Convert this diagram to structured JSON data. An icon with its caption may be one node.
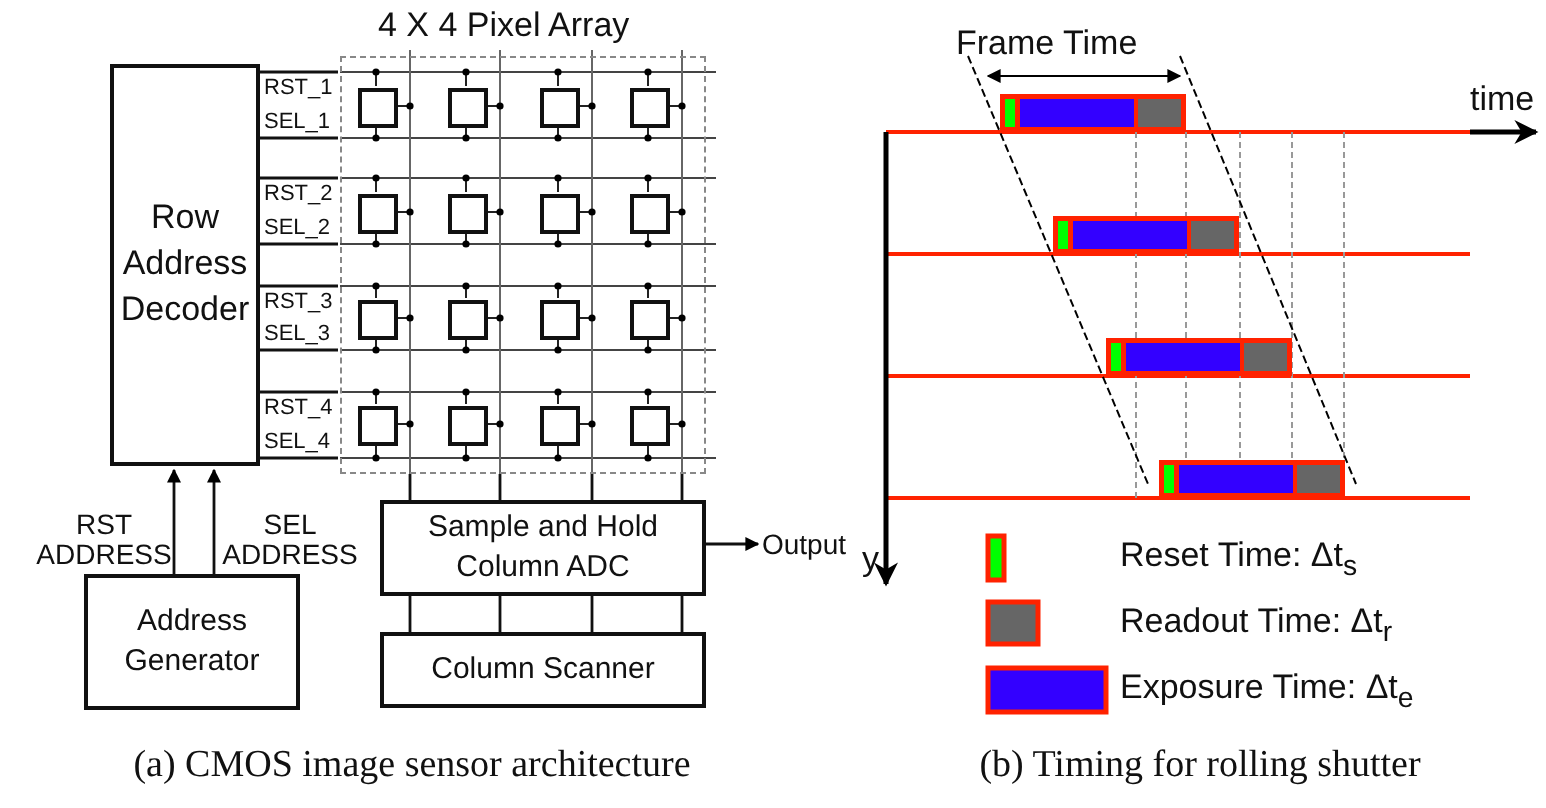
{
  "diagram": {
    "nodes": [
      {
        "text": [
          "Row Address Decoder"
        ]
      },
      {
        "text": [
          "4 X 4 Pixel Array"
        ]
      },
      {
        "text": [],
        "shape": "box",
        "in": 1
      },
      {
        "text": [],
        "shape": "box",
        "in": 1
      },
      {
        "text": [],
        "shape": "box",
        "in": 1
      },
      {
        "text": [],
        "shape": "box",
        "in": 1
      },
      {
        "text": [],
        "shape": "box",
        "in": 1
      },
      {
        "text": [],
        "shape": "box",
        "in": 1
      },
      {
        "text": [],
        "shape": "box",
        "in": 1
      },
      {
        "text": [],
        "shape": "box",
        "in": 1
      },
      {
        "text": [],
        "shape": "box",
        "in": 1
      },
      {
        "text": [],
        "shape": "box",
        "in": 1
      },
      {
        "text": [],
        "shape": "box",
        "in": 1
      },
      {
        "text": [],
        "shape": "box",
        "in": 1
      },
      {
        "text": [],
        "shape": "box",
        "in": 1
      },
      {
        "text": [],
        "shape": "box",
        "in": 1
      },
      {
        "text": [],
        "shape": "box",
        "in": 1
      },
      {
        "text": [],
        "shape": "box",
        "in": 1
      },
      {
        "text": [
          "Address Generator"
        ]
      },
      {
        "text": [
          "Sample and Hold Column ADC"
        ]
      },
      {
        "text": [
          "Column Scanner"
        ]
      },
      {
        "text": [
          "Output"
        ]
      }
    ],
    "edges": [
      {
        "from": 0,
        "to": 1,
        "arrow": "none",
        "label": "RST_1"
      },
      {
        "from": 0,
        "to": 1,
        "arrow": "none",
        "label": "SEL_1"
      },
      {
        "from": 0,
        "to": 1,
        "arrow": "none",
        "label": "RST_2"
      },
      {
        "from": 0,
        "to": 1,
        "arrow": "none",
        "label": "SEL_2"
      },
      {
        "from": 0,
        "to": 1,
        "arrow": "none",
        "label": "RST_3"
      },
      {
        "from": 0,
        "to": 1,
        "arrow": "none",
        "label": "SEL_3"
      },
      {
        "from": 0,
        "to": 1,
        "arrow": "none",
        "label": "RST_4"
      },
      {
        "from": 0,
        "to": 1,
        "arrow": "none",
        "label": "SEL_4"
      },
      {
        "from": 18,
        "to": 0,
        "arrow": "to",
        "label": "RST ADDRESS"
      },
      {
        "from": 18,
        "to": 0,
        "arrow": "to",
        "label": "SEL ADDRESS"
      },
      {
        "from": 1,
        "to": 19,
        "arrow": "none"
      },
      {
        "from": 1,
        "to": 19,
        "arrow": "none"
      },
      {
        "from": 1,
        "to": 19,
        "arrow": "none"
      },
      {
        "from": 1,
        "to": 19,
        "arrow": "none"
      },
      {
        "from": 19,
        "to": 20,
        "arrow": "none"
      },
      {
        "from": 19,
        "to": 20,
        "arrow": "none"
      },
      {
        "from": 19,
        "to": 20,
        "arrow": "none"
      },
      {
        "from": 19,
        "to": 20,
        "arrow": "none"
      },
      {
        "from": 19,
        "to": 21,
        "arrow": "to"
      }
    ],
    "labels": [
      "Frame Time",
      "time",
      "y",
      "(a) CMOS image sensor architecture",
      "(b) Timing for rolling shutter"
    ],
    "legend": [
      {
        "text": "Reset Time: Δt$_{s}$",
        "color": "#00ff00"
      },
      {
        "text": "Readout Time: Δt$_{r}$",
        "color": "#666666"
      },
      {
        "text": "Exposure Time: Δt$_{e}$",
        "color": "#3300ff"
      }
    ]
  }
}
